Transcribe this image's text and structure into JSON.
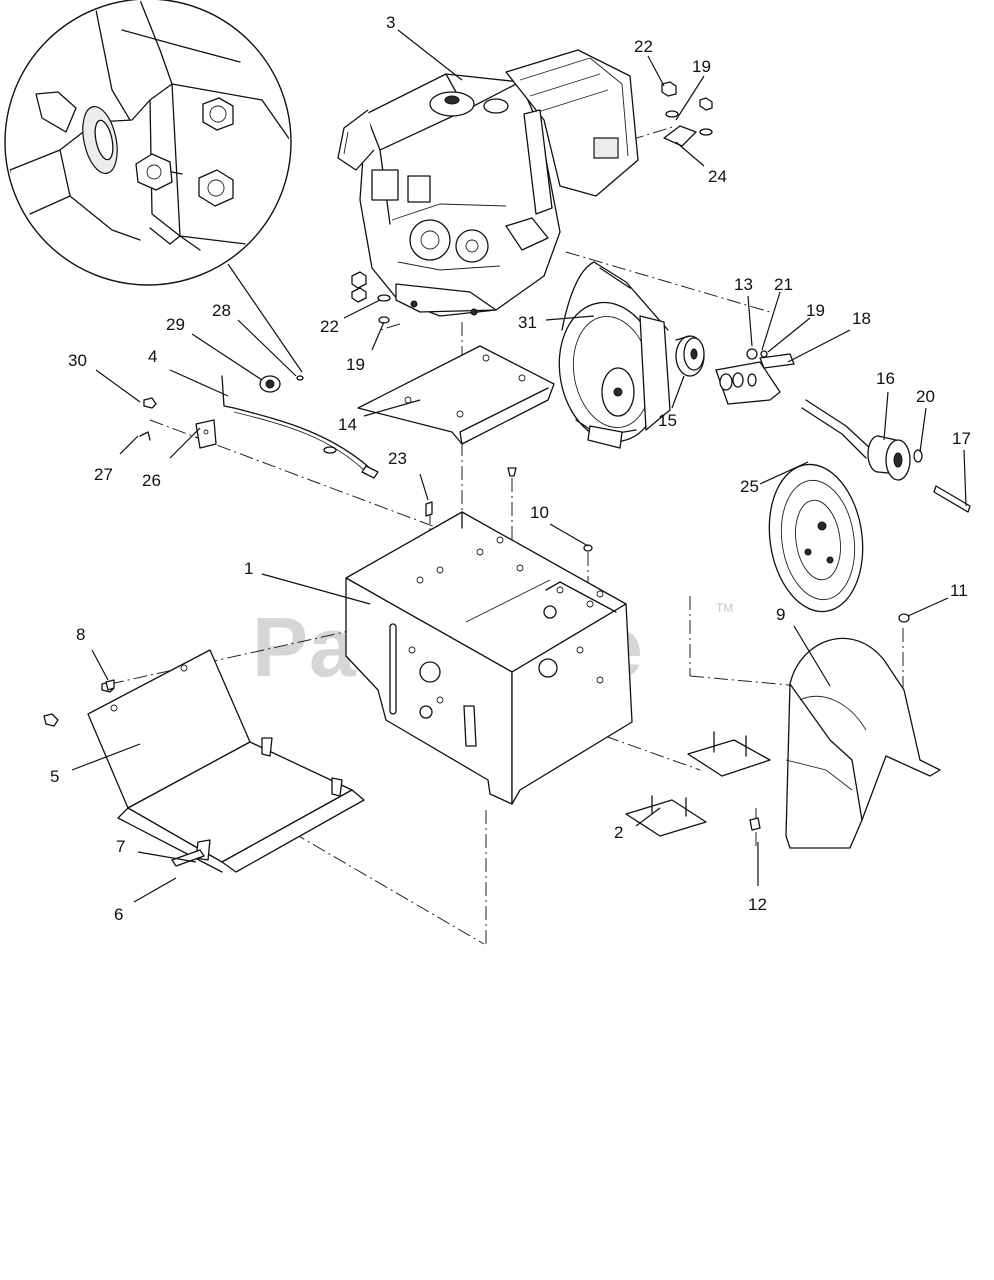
{
  "watermark": {
    "text": "PartsTree",
    "trademark": "TM"
  },
  "callouts": [
    {
      "id": "c1",
      "label": "1"
    },
    {
      "id": "c2",
      "label": "2"
    },
    {
      "id": "c3",
      "label": "3"
    },
    {
      "id": "c4",
      "label": "4"
    },
    {
      "id": "c5",
      "label": "5"
    },
    {
      "id": "c6",
      "label": "6"
    },
    {
      "id": "c7",
      "label": "7"
    },
    {
      "id": "c8",
      "label": "8"
    },
    {
      "id": "c9",
      "label": "9"
    },
    {
      "id": "c10",
      "label": "10"
    },
    {
      "id": "c11",
      "label": "11"
    },
    {
      "id": "c12",
      "label": "12"
    },
    {
      "id": "c13",
      "label": "13"
    },
    {
      "id": "c14",
      "label": "14"
    },
    {
      "id": "c15",
      "label": "15"
    },
    {
      "id": "c16",
      "label": "16"
    },
    {
      "id": "c17",
      "label": "17"
    },
    {
      "id": "c18",
      "label": "18"
    },
    {
      "id": "c19a",
      "label": "19"
    },
    {
      "id": "c19b",
      "label": "19"
    },
    {
      "id": "c19c",
      "label": "19"
    },
    {
      "id": "c20",
      "label": "20"
    },
    {
      "id": "c21",
      "label": "21"
    },
    {
      "id": "c22a",
      "label": "22"
    },
    {
      "id": "c22b",
      "label": "22"
    },
    {
      "id": "c23",
      "label": "23"
    },
    {
      "id": "c24",
      "label": "24"
    },
    {
      "id": "c25",
      "label": "25"
    },
    {
      "id": "c26",
      "label": "26"
    },
    {
      "id": "c27",
      "label": "27"
    },
    {
      "id": "c28",
      "label": "28"
    },
    {
      "id": "c29",
      "label": "29"
    },
    {
      "id": "c30",
      "label": "30"
    },
    {
      "id": "c31",
      "label": "31"
    }
  ]
}
